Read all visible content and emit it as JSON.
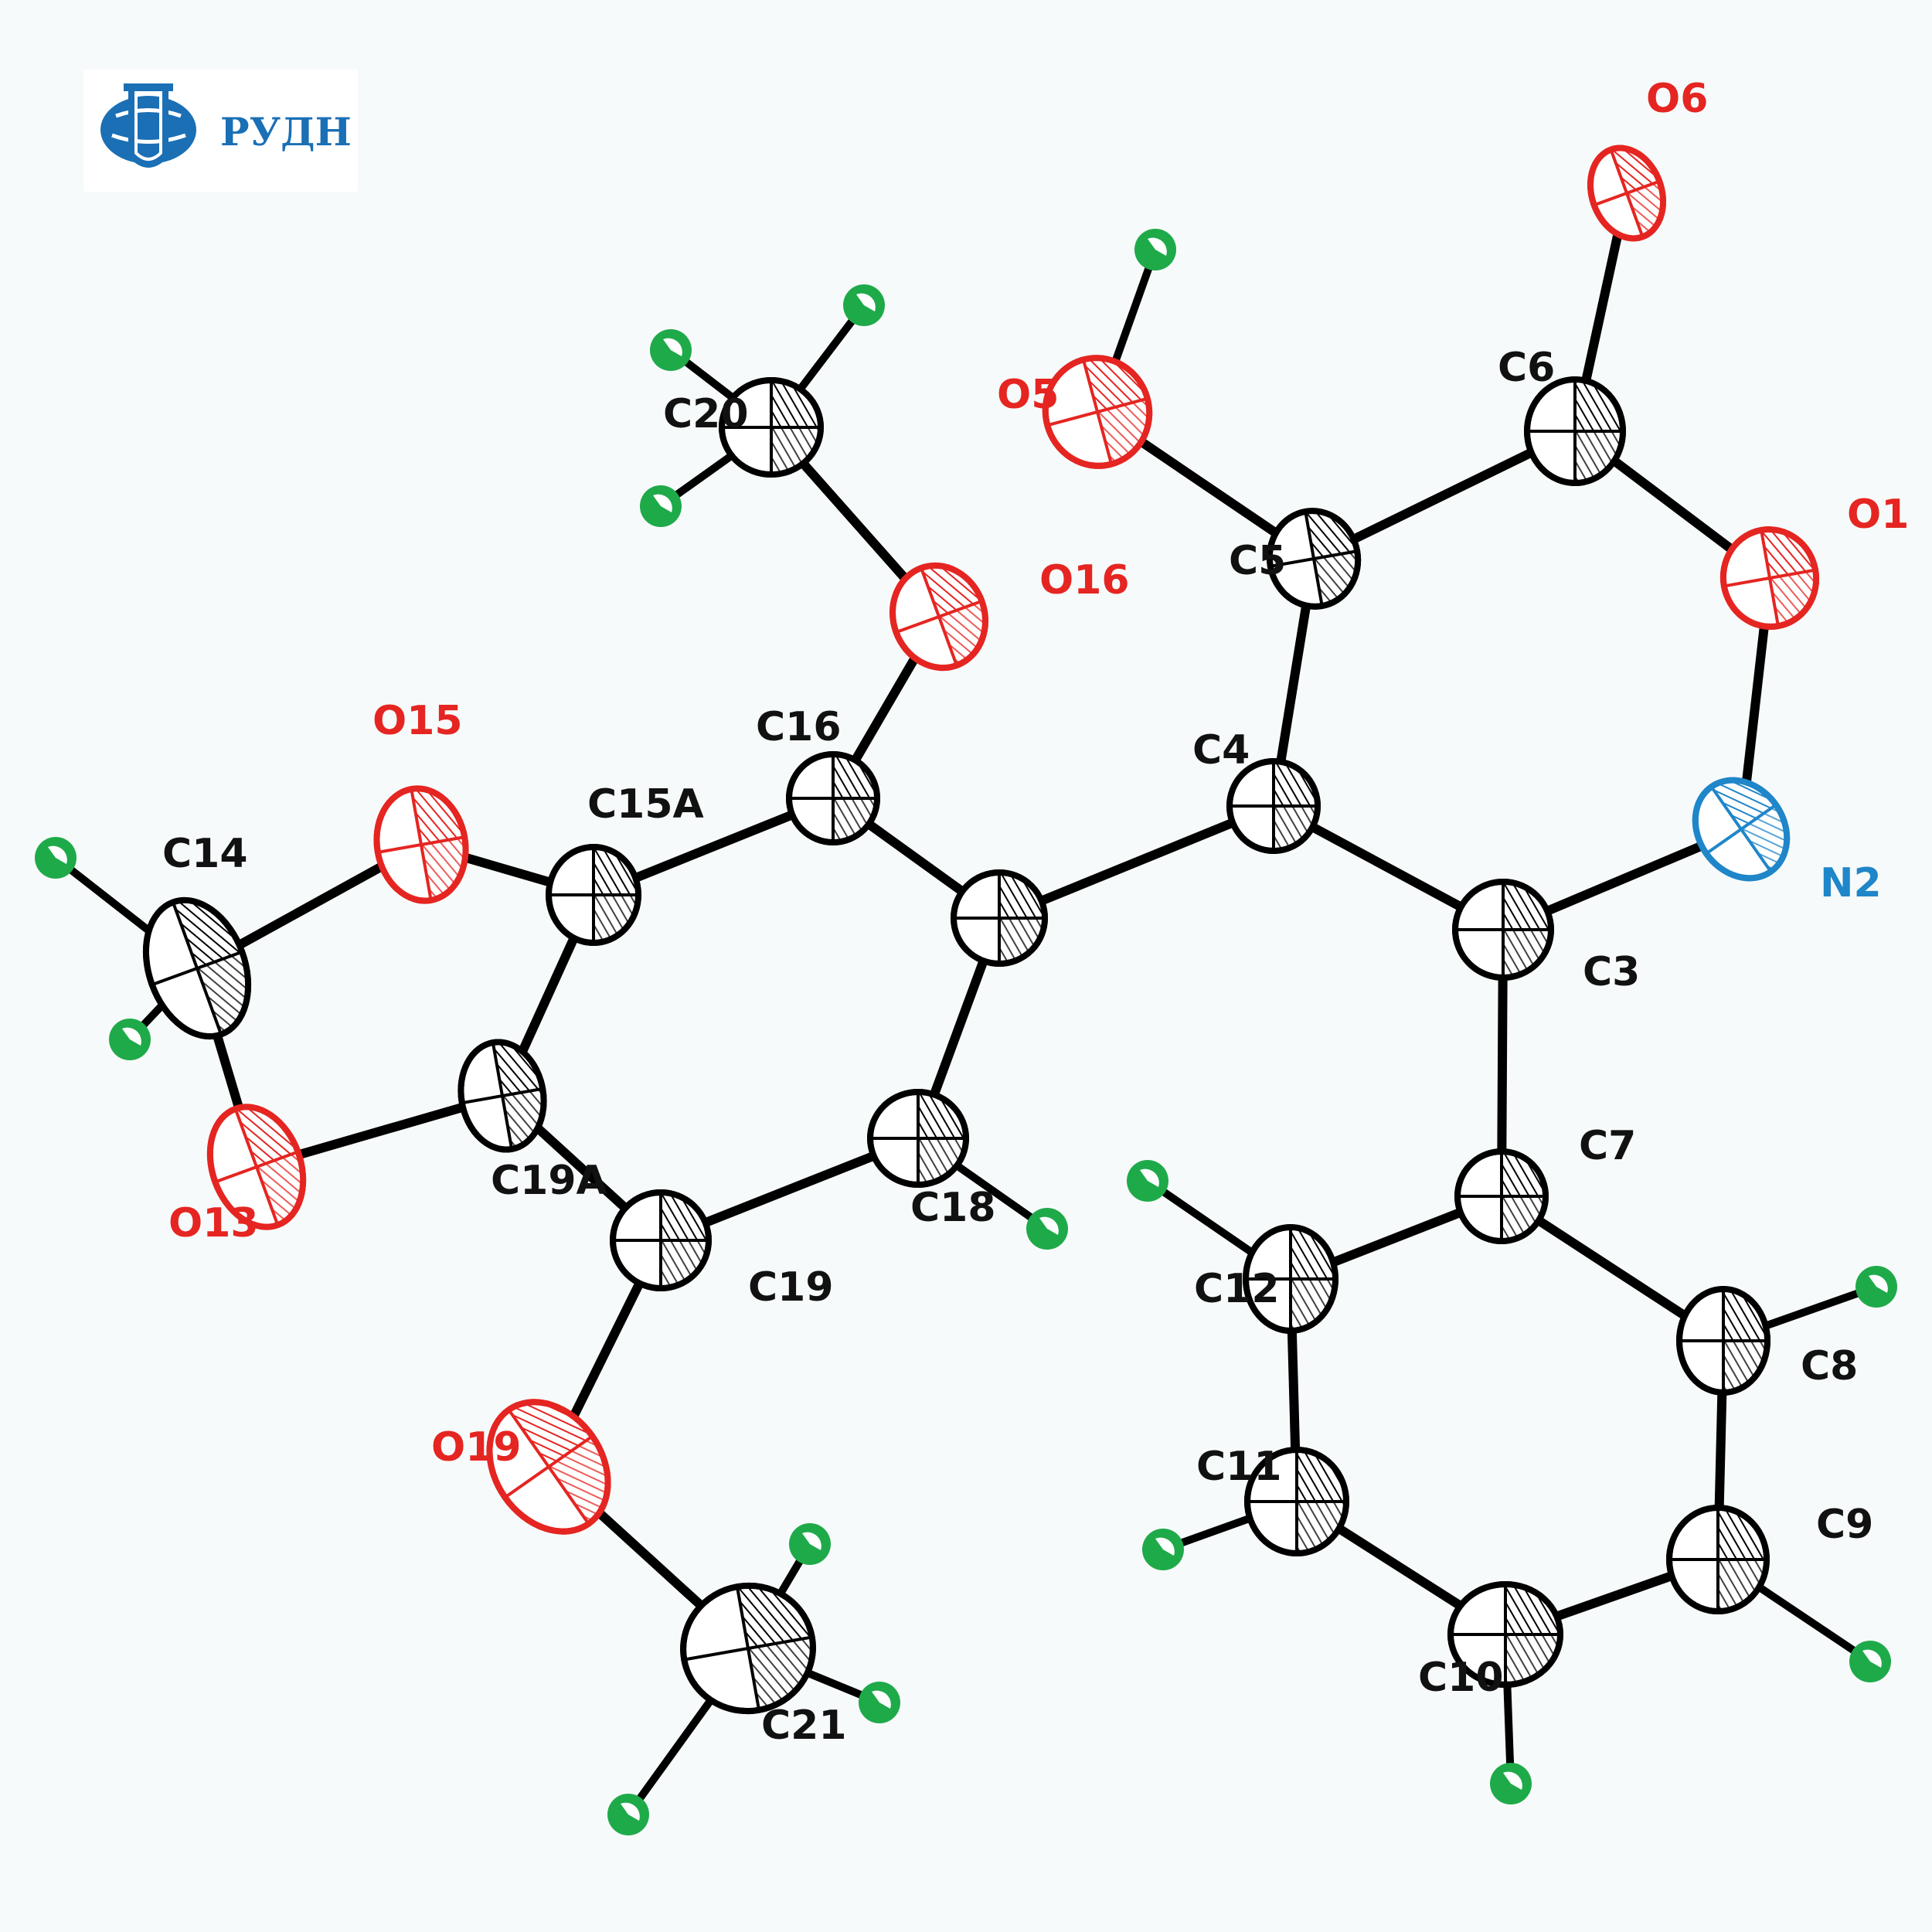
{
  "logo": {
    "text": "РУДН",
    "color": "#1a6fb5"
  },
  "colors": {
    "carbon_fill": "#ffffff",
    "carbon_stroke": "#000000",
    "oxygen": "#e52521",
    "nitrogen": "#1f86c9",
    "hydrogen": "#1faa4a",
    "bond": "#000000",
    "carbon_label": "#111111"
  },
  "atoms": [
    {
      "id": "O6",
      "label": "O6",
      "element": "O"
    },
    {
      "id": "C6",
      "label": "C6",
      "element": "C"
    },
    {
      "id": "O5",
      "label": "O5",
      "element": "O"
    },
    {
      "id": "O1",
      "label": "O1",
      "element": "O"
    },
    {
      "id": "C5",
      "label": "C5",
      "element": "C"
    },
    {
      "id": "C20",
      "label": "C20",
      "element": "C"
    },
    {
      "id": "O16",
      "label": "O16",
      "element": "O"
    },
    {
      "id": "O15",
      "label": "O15",
      "element": "O"
    },
    {
      "id": "C16",
      "label": "C16",
      "element": "C"
    },
    {
      "id": "C4",
      "label": "C4",
      "element": "C"
    },
    {
      "id": "N2",
      "label": "N2",
      "element": "N"
    },
    {
      "id": "C14",
      "label": "C14",
      "element": "C"
    },
    {
      "id": "C15A",
      "label": "C15A",
      "element": "C"
    },
    {
      "id": "C17",
      "label": "",
      "element": "C"
    },
    {
      "id": "C3",
      "label": "C3",
      "element": "C"
    },
    {
      "id": "C19A",
      "label": "C19A",
      "element": "C"
    },
    {
      "id": "C18",
      "label": "C18",
      "element": "C"
    },
    {
      "id": "O13",
      "label": "O13",
      "element": "O"
    },
    {
      "id": "C7",
      "label": "C7",
      "element": "C"
    },
    {
      "id": "C19",
      "label": "C19",
      "element": "C"
    },
    {
      "id": "C12",
      "label": "C12",
      "element": "C"
    },
    {
      "id": "C8",
      "label": "C8",
      "element": "C"
    },
    {
      "id": "O19",
      "label": "O19",
      "element": "O"
    },
    {
      "id": "C11",
      "label": "C11",
      "element": "C"
    },
    {
      "id": "C9",
      "label": "C9",
      "element": "C"
    },
    {
      "id": "C10",
      "label": "C10",
      "element": "C"
    },
    {
      "id": "C21",
      "label": "C21",
      "element": "C"
    }
  ],
  "bonds": [
    [
      "O6",
      "C6"
    ],
    [
      "C6",
      "O1"
    ],
    [
      "C6",
      "C5"
    ],
    [
      "O1",
      "N2"
    ],
    [
      "N2",
      "C3"
    ],
    [
      "C3",
      "C4"
    ],
    [
      "C4",
      "C5"
    ],
    [
      "C5",
      "O5"
    ],
    [
      "C4",
      "C17"
    ],
    [
      "C17",
      "C16"
    ],
    [
      "C17",
      "C18"
    ],
    [
      "C16",
      "O16"
    ],
    [
      "O16",
      "C20"
    ],
    [
      "C16",
      "C15A"
    ],
    [
      "C15A",
      "O15"
    ],
    [
      "O15",
      "C14"
    ],
    [
      "C14",
      "O13"
    ],
    [
      "O13",
      "C19A"
    ],
    [
      "C19A",
      "C15A"
    ],
    [
      "C19A",
      "C19"
    ],
    [
      "C19",
      "C18"
    ],
    [
      "C19",
      "O19"
    ],
    [
      "O19",
      "C21"
    ],
    [
      "C3",
      "C7"
    ],
    [
      "C7",
      "C8"
    ],
    [
      "C7",
      "C12"
    ],
    [
      "C12",
      "C11"
    ],
    [
      "C11",
      "C10"
    ],
    [
      "C10",
      "C9"
    ],
    [
      "C9",
      "C8"
    ]
  ],
  "hydrogen_bonds": [
    "O5",
    "C20",
    "C20",
    "C20",
    "C14",
    "C14",
    "C18",
    "C12",
    "C11",
    "C10",
    "C9",
    "C8",
    "C21",
    "C21",
    "C21"
  ]
}
